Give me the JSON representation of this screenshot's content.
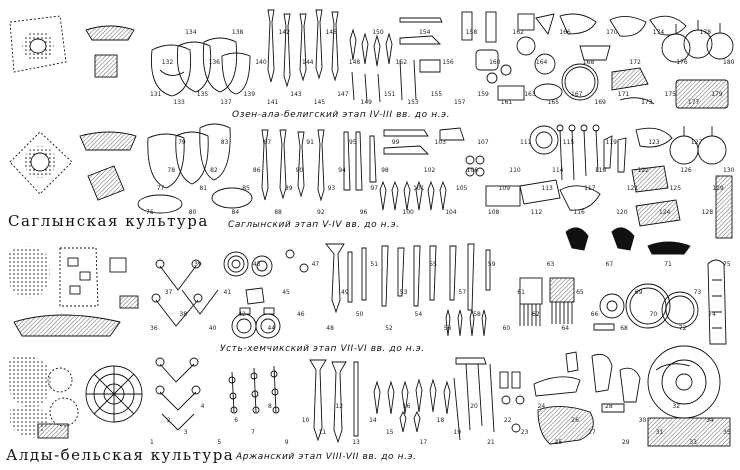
{
  "cultures": {
    "saglyn": "Саглынская культура",
    "aldy_bel": "Алды-бельская культура"
  },
  "stages": {
    "ozen": "Озен-ала-белигский этап IV-III вв. до н.э.",
    "saglyn": "Саглынский этап V-IV вв. до н.э.",
    "ust": "Усть-хемчикский этап VII-VI вв. до н.э.",
    "arzhan": "Аржанский этап VIII-VII вв. до н.э."
  },
  "numbers": {
    "ozen": [
      "131",
      "132",
      "133",
      "134",
      "135",
      "136",
      "137",
      "138",
      "139",
      "140",
      "141",
      "142",
      "143",
      "144",
      "145",
      "146",
      "147",
      "148",
      "149",
      "150",
      "151",
      "152",
      "153",
      "154",
      "155",
      "156",
      "157",
      "158",
      "159",
      "160",
      "161",
      "162",
      "163",
      "164",
      "165",
      "166",
      "167",
      "168",
      "169",
      "170",
      "171",
      "172",
      "173",
      "174",
      "175",
      "176",
      "177",
      "178",
      "179",
      "180"
    ],
    "saglyn": [
      "76",
      "77",
      "78",
      "79",
      "80",
      "81",
      "82",
      "83",
      "84",
      "85",
      "86",
      "87",
      "88",
      "89",
      "90",
      "91",
      "92",
      "93",
      "94",
      "95",
      "96",
      "97",
      "98",
      "99",
      "100",
      "101",
      "102",
      "103",
      "104",
      "105",
      "106",
      "107",
      "108",
      "109",
      "110",
      "111",
      "112",
      "113",
      "114",
      "115",
      "116",
      "117",
      "118",
      "119",
      "120",
      "121",
      "122",
      "123",
      "124",
      "125",
      "126",
      "127",
      "128",
      "129",
      "130"
    ],
    "ust": [
      "36",
      "37",
      "38",
      "39",
      "40",
      "41",
      "42",
      "43",
      "44",
      "45",
      "46",
      "47",
      "48",
      "49",
      "50",
      "51",
      "52",
      "53",
      "54",
      "55",
      "56",
      "57",
      "58",
      "59",
      "60",
      "61",
      "62",
      "63",
      "64",
      "65",
      "66",
      "67",
      "68",
      "69",
      "70",
      "71",
      "72",
      "73",
      "74",
      "75"
    ],
    "arzhan": [
      "1",
      "2",
      "3",
      "4",
      "5",
      "6",
      "7",
      "8",
      "9",
      "10",
      "11",
      "12",
      "13",
      "14",
      "15",
      "16",
      "17",
      "18",
      "19",
      "20",
      "21",
      "22",
      "23",
      "24",
      "25",
      "26",
      "27",
      "28",
      "29",
      "30",
      "31",
      "32",
      "33",
      "34",
      "35"
    ]
  }
}
